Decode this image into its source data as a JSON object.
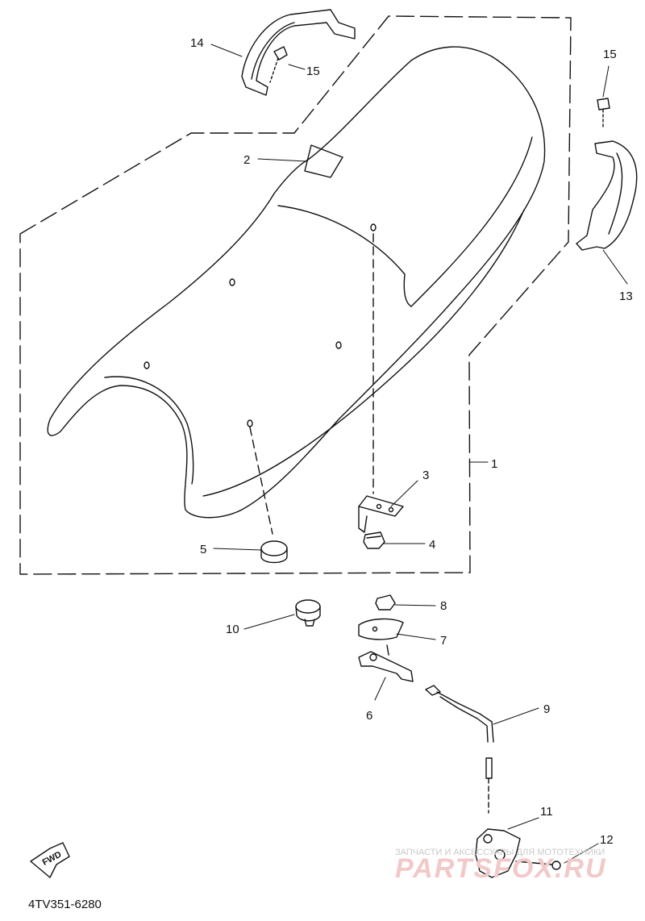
{
  "parts": [
    {
      "ref": "1",
      "label": "1"
    },
    {
      "ref": "2",
      "label": "2"
    },
    {
      "ref": "3",
      "label": "3"
    },
    {
      "ref": "4",
      "label": "4"
    },
    {
      "ref": "5",
      "label": "5"
    },
    {
      "ref": "6",
      "label": "6"
    },
    {
      "ref": "7",
      "label": "7"
    },
    {
      "ref": "8",
      "label": "8"
    },
    {
      "ref": "9",
      "label": "9"
    },
    {
      "ref": "10",
      "label": "10"
    },
    {
      "ref": "11",
      "label": "11"
    },
    {
      "ref": "12",
      "label": "12"
    },
    {
      "ref": "13",
      "label": "13"
    },
    {
      "ref": "14",
      "label": "14"
    },
    {
      "ref": "15a",
      "label": "15"
    },
    {
      "ref": "15b",
      "label": "15"
    }
  ],
  "direction_marker": "FWD",
  "diagram_code": "4TV351-6280",
  "watermark": {
    "subtitle": "ЗАПЧАСТИ И АКСЕССУАРЫ ДЛЯ МОТОТЕХНИКИ",
    "brand": "PARTSFOX.RU"
  }
}
